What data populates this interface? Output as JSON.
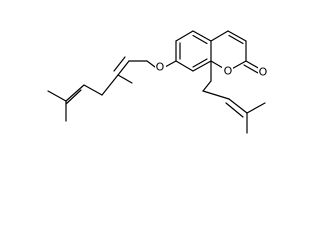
{
  "atom_labels": {
    "ether_oxygen": "O",
    "ring_oxygen": "O",
    "carbonyl_oxygen": "O"
  },
  "colors": {
    "bond": "#000000",
    "background": "#ffffff"
  }
}
